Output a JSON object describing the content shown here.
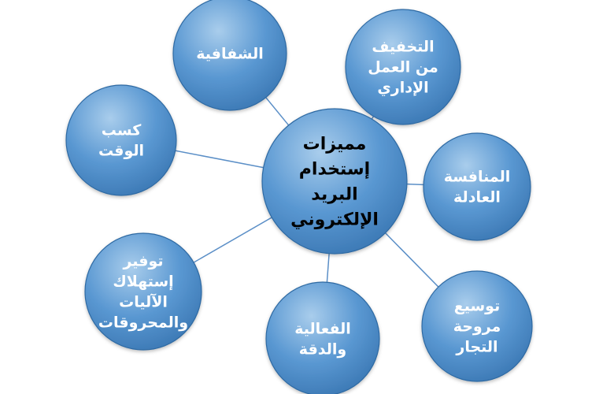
{
  "center": {
    "lines": [
      "مميزات",
      "إستخدام",
      "البريد",
      "الإلكتروني"
    ]
  },
  "nodes": [
    {
      "id": "transparency",
      "lines": [
        "الشفافية"
      ]
    },
    {
      "id": "reduce-admin-work",
      "lines": [
        "التخفيف",
        "من العمل",
        "الإداري"
      ]
    },
    {
      "id": "save-time",
      "lines": [
        "كسب",
        "الوقت"
      ]
    },
    {
      "id": "fair-competition",
      "lines": [
        "المنافسة",
        "العادلة"
      ]
    },
    {
      "id": "save-fuel",
      "lines": [
        "توفير",
        "إستهلاك",
        "الآليات",
        "والمحروقات"
      ]
    },
    {
      "id": "effectiveness-accuracy",
      "lines": [
        "الفعالية",
        "والدقة"
      ]
    },
    {
      "id": "expand-merchants",
      "lines": [
        "توسيع",
        "مروحة",
        "التجار"
      ]
    }
  ],
  "colors": {
    "node_light": "#a9cdec",
    "node_mid": "#5a98d2",
    "node_dark": "#3b78b4",
    "node_stroke": "#2f6aa3",
    "connector": "#5b8fc7",
    "outer_text": "#ffffff",
    "center_text": "#000000"
  }
}
